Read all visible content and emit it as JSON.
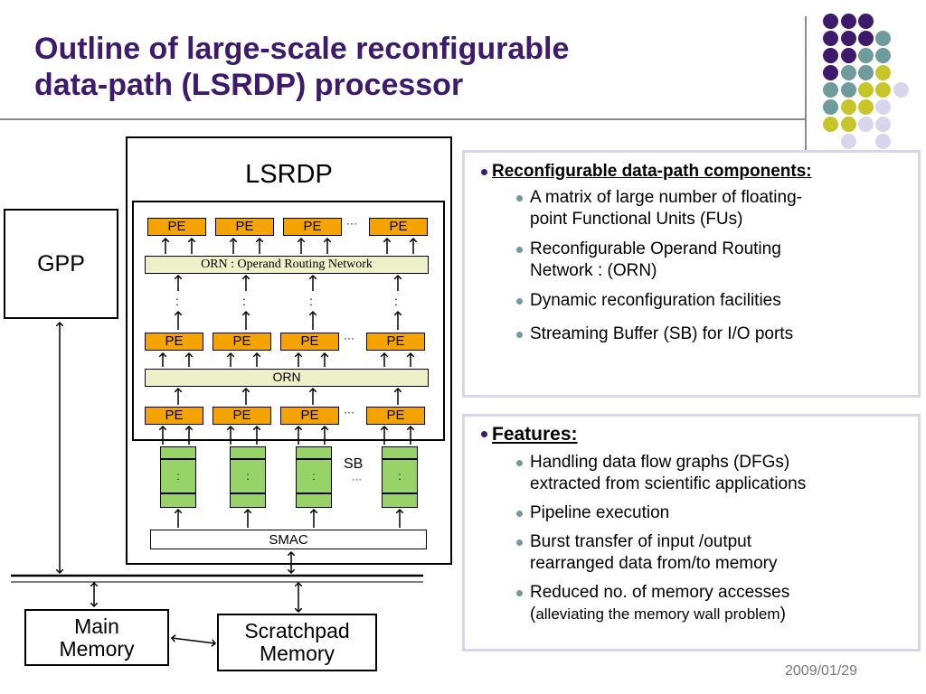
{
  "slide": {
    "title_line1": "Outline of large-scale reconfigurable",
    "title_line2": "data-path (LSRDP) processor",
    "date": "2009/01/29"
  },
  "colors": {
    "purple": "#3d1a6b",
    "teal": "#6e9b9c",
    "yellow": "#c6c628",
    "lavender": "#d8d5ec",
    "pe": "#f5a300",
    "orn": "#eef0c8",
    "sb": "#98d36a"
  },
  "diagram": {
    "lsrdp_label": "LSRDP",
    "gpp_label": "GPP",
    "pe_label": "PE",
    "ellipsis": "···",
    "orn_full": "ORN : Operand Routing Network",
    "orn_short": "ORN",
    "vdots": ":",
    "sb_label": "SB",
    "sb_ellipsis": "···",
    "smac_label": "SMAC",
    "main_memory_line1": "Main",
    "main_memory_line2": "Memory",
    "scratchpad_line1": "Scratchpad",
    "scratchpad_line2": "Memory"
  },
  "components_panel": {
    "heading": "Reconfigurable data-path components:",
    "items": [
      {
        "line1": "A matrix of large number of floating-",
        "line2": "point Functional Units (FUs)"
      },
      {
        "line1": "Reconfigurable Operand Routing",
        "line2": "Network : (ORN)"
      },
      {
        "line1": "Dynamic reconfiguration facilities"
      },
      {
        "line1": "Streaming Buffer (SB) for I/O ports"
      }
    ]
  },
  "features_panel": {
    "heading": "Features:",
    "items": [
      {
        "line1": "Handling data flow graphs (DFGs)",
        "line2": "extracted from scientific applications"
      },
      {
        "line1": "Pipeline execution"
      },
      {
        "line1": "Burst transfer of input /output",
        "line2": "rearranged data from/to memory"
      },
      {
        "line1": "Reduced no. of memory accesses",
        "line2a": "(",
        "line2b": "alleviating the memory wall problem",
        "line2c": ")"
      }
    ]
  }
}
